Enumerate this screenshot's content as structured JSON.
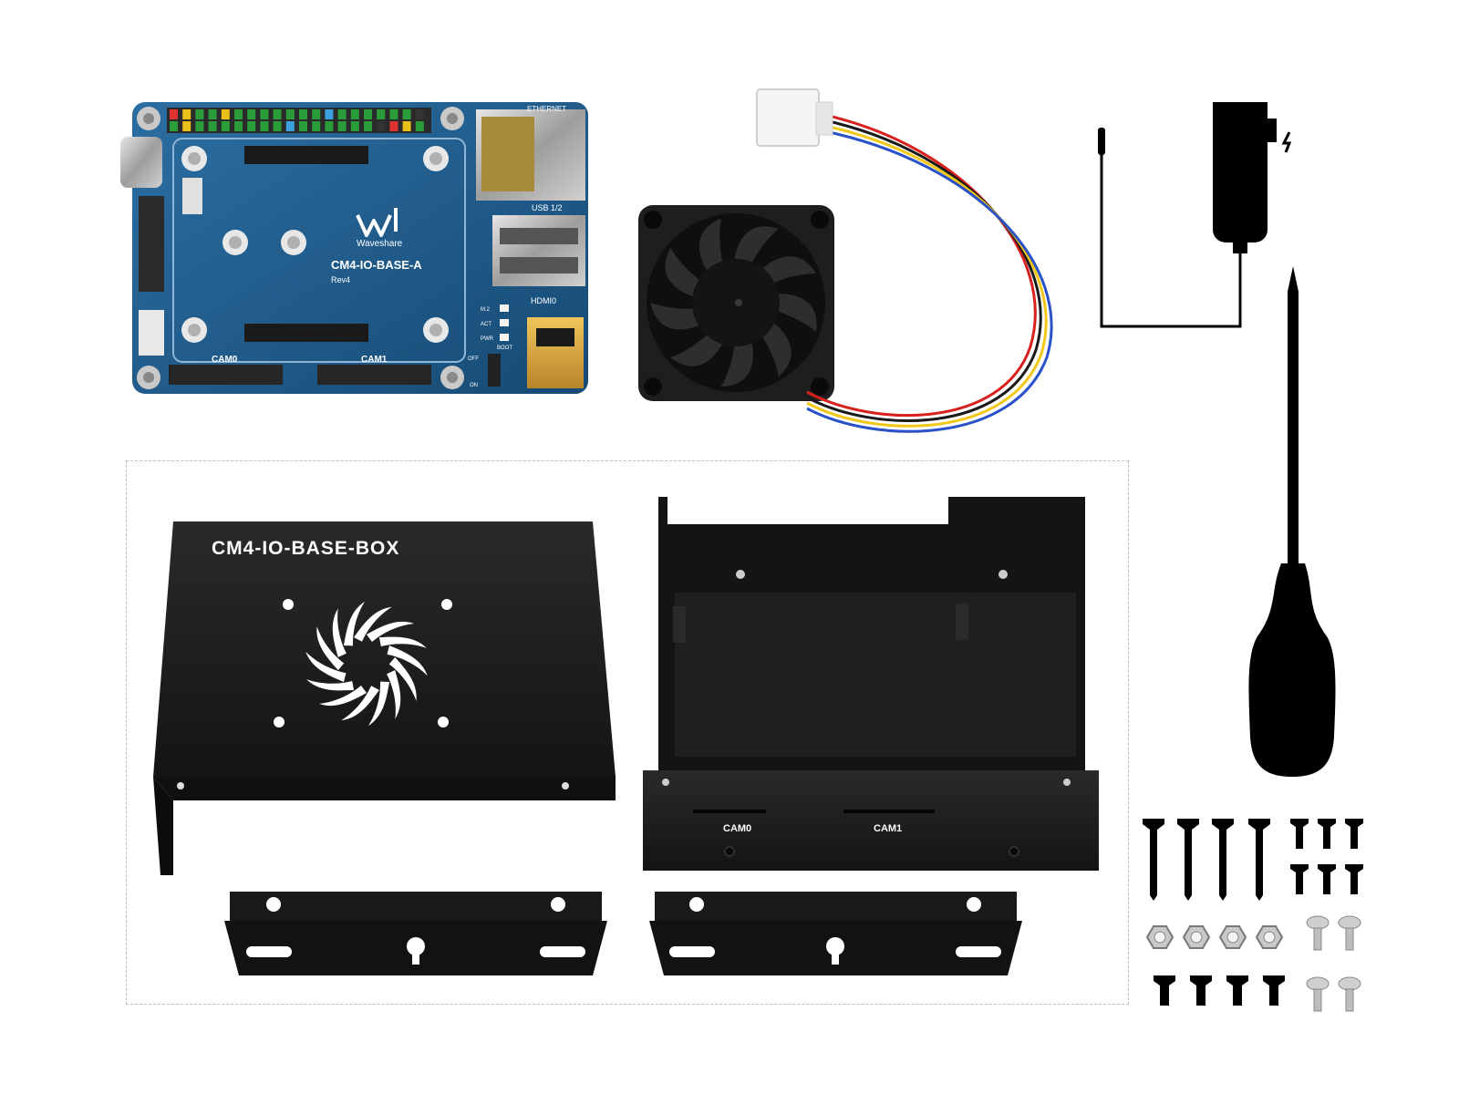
{
  "product": {
    "board": {
      "model": "CM4-IO-BASE-A",
      "revision": "Rev4",
      "brand": "Waveshare",
      "port_labels": {
        "ethernet": "ETHERNET",
        "usb": "USB 1/2",
        "hdmi": "HDMI0",
        "cam0": "CAM0",
        "cam1": "CAM1",
        "m2": "M.2",
        "act": "ACT",
        "pwr": "PWR",
        "boot": "BOOT",
        "off": "OFF",
        "on": "ON"
      },
      "colors": {
        "pcb": "#1d5a8a",
        "silkscreen": "#ffffff",
        "gold": "#d8a93b"
      }
    },
    "case": {
      "title": "CM4-IO-BASE-BOX",
      "cam0_label": "CAM0",
      "cam1_label": "CAM1",
      "colors": {
        "metal": "#1c1c1c",
        "edge": "#3a3a3a"
      }
    },
    "accessories": {
      "items": [
        "cooling fan",
        "power adapter",
        "screwdriver",
        "mounting brackets",
        "screw pack"
      ],
      "wire_colors": [
        "#d8201c",
        "#1a1a1a",
        "#f2c818",
        "#2a52c8"
      ]
    }
  }
}
